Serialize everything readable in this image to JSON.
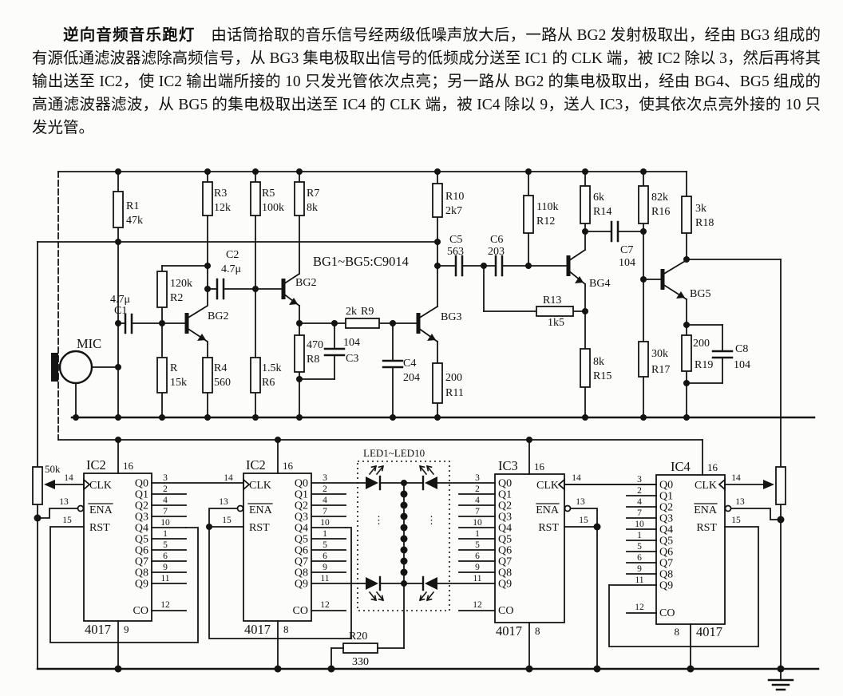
{
  "description": {
    "title": "逆向音频音乐跑灯",
    "body": "由话筒拾取的音乐信号经两级低噪声放大后，一路从 BG2 发射极取出，经由 BG3 组成的有源低通滤波器滤除高频信号，从 BG3 集电极取出信号的低频成分送至 IC1 的 CLK 端，被 IC2 除以 3，然后再将其输出送至 IC2，使 IC2 输出端所接的 10 只发光管依次点亮；另一路从 BG2 的集电极取出，经由 BG4、BG5 组成的高通滤波器滤波，从 BG5 的集电极取出送至 IC4 的 CLK 端，被 IC4 除以 9，送人 IC3，使其依次点亮外接的 10 只发光管。"
  },
  "notes": {
    "transistors": "BG1~BG5:C9014",
    "leds": "LED1~LED10"
  },
  "components": {
    "mic": {
      "name": "MIC"
    },
    "r1": {
      "name": "R1",
      "value": "47k"
    },
    "r2": {
      "name": "R2",
      "value": "120k"
    },
    "r3": {
      "name": "R3",
      "value": "12k"
    },
    "r4": {
      "name": "R4",
      "value": "560"
    },
    "r_mic": {
      "name": "R",
      "value": "15k"
    },
    "r5": {
      "name": "R5",
      "value": "100k"
    },
    "r6": {
      "name": "R6",
      "value": "1.5k"
    },
    "r7": {
      "name": "R7",
      "value": "8k"
    },
    "r8": {
      "name": "R8",
      "value": "470"
    },
    "r9": {
      "name": "R9",
      "value": "2k"
    },
    "r10": {
      "name": "R10",
      "value": "2k7"
    },
    "r11": {
      "name": "R11",
      "value": "200"
    },
    "r12": {
      "name": "R12",
      "value": "110k"
    },
    "r13": {
      "name": "R13",
      "value": "1k5"
    },
    "r14": {
      "name": "R14",
      "value": "6k"
    },
    "r15": {
      "name": "R15",
      "value": "8k"
    },
    "r16": {
      "name": "R16",
      "value": "82k"
    },
    "r17": {
      "name": "R17",
      "value": "30k"
    },
    "r18": {
      "name": "R18",
      "value": "3k"
    },
    "r19": {
      "name": "R19",
      "value": "200"
    },
    "r20": {
      "name": "R20",
      "value": "330"
    },
    "pot1": {
      "value": "50k"
    },
    "c1": {
      "name": "C1",
      "value": "4.7μ"
    },
    "c2": {
      "name": "C2",
      "value": "4.7μ"
    },
    "c3": {
      "name": "C3",
      "value": "104"
    },
    "c4": {
      "name": "C4",
      "value": "204"
    },
    "c5": {
      "name": "C5",
      "value": "563"
    },
    "c6": {
      "name": "C6",
      "value": "203"
    },
    "c7": {
      "name": "C7",
      "value": "104"
    },
    "c8": {
      "name": "C8",
      "value": "104"
    },
    "bg1": {
      "name": "BG2"
    },
    "bg2": {
      "name": "BG2"
    },
    "bg3": {
      "name": "BG3"
    },
    "bg4": {
      "name": "BG4"
    },
    "bg5": {
      "name": "BG5"
    }
  },
  "ics": {
    "pins": {
      "clk": "CLK",
      "ena": "ENA",
      "rst": "RST",
      "co": "CO",
      "clk_pin": "14",
      "ena_pin": "13",
      "rst_pin": "15",
      "co_pin": "12",
      "vdd_pin": "16",
      "chip": "4017"
    },
    "outputs": [
      {
        "q": "Q0",
        "pin": "3"
      },
      {
        "q": "Q1",
        "pin": "2"
      },
      {
        "q": "Q2",
        "pin": "4"
      },
      {
        "q": "Q3",
        "pin": "7"
      },
      {
        "q": "Q4",
        "pin": "10"
      },
      {
        "q": "Q5",
        "pin": "1"
      },
      {
        "q": "Q6",
        "pin": "5"
      },
      {
        "q": "Q7",
        "pin": "6"
      },
      {
        "q": "Q8",
        "pin": "9"
      },
      {
        "q": "Q9",
        "pin": "11"
      }
    ],
    "ic1": {
      "title": "IC2",
      "gnd_pin": "9"
    },
    "ic2": {
      "title": "IC2",
      "gnd_pin": "8"
    },
    "ic3": {
      "title": "IC3",
      "gnd_pin": "8"
    },
    "ic4": {
      "title": "IC4",
      "gnd_pin": "8"
    }
  }
}
